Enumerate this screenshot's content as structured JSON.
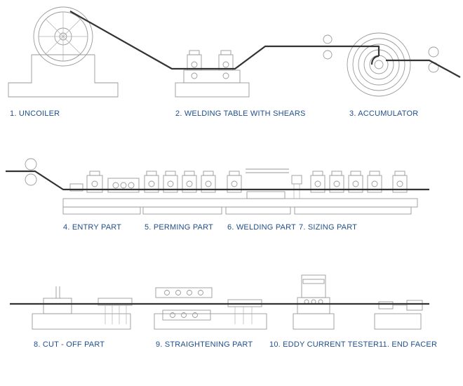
{
  "diagram": {
    "stages": [
      {
        "label": "1. UNCOILER"
      },
      {
        "label": "2. WELDING TABLE WITH SHEARS"
      },
      {
        "label": "3. ACCUMULATOR"
      },
      {
        "label": "4. ENTRY PART"
      },
      {
        "label": "5. PERMING PART"
      },
      {
        "label": "6. WELDING PART"
      },
      {
        "label": "7. SIZING PART"
      },
      {
        "label": "8. CUT - OFF PART"
      },
      {
        "label": "9. STRAIGHTENING PART"
      },
      {
        "label": "10. EDDY CURRENT TESTER"
      },
      {
        "label": "11. END FACER"
      }
    ],
    "colors": {
      "label": "#1f4e8c",
      "strip": "#333333",
      "machine": "#9a9a9a"
    }
  }
}
